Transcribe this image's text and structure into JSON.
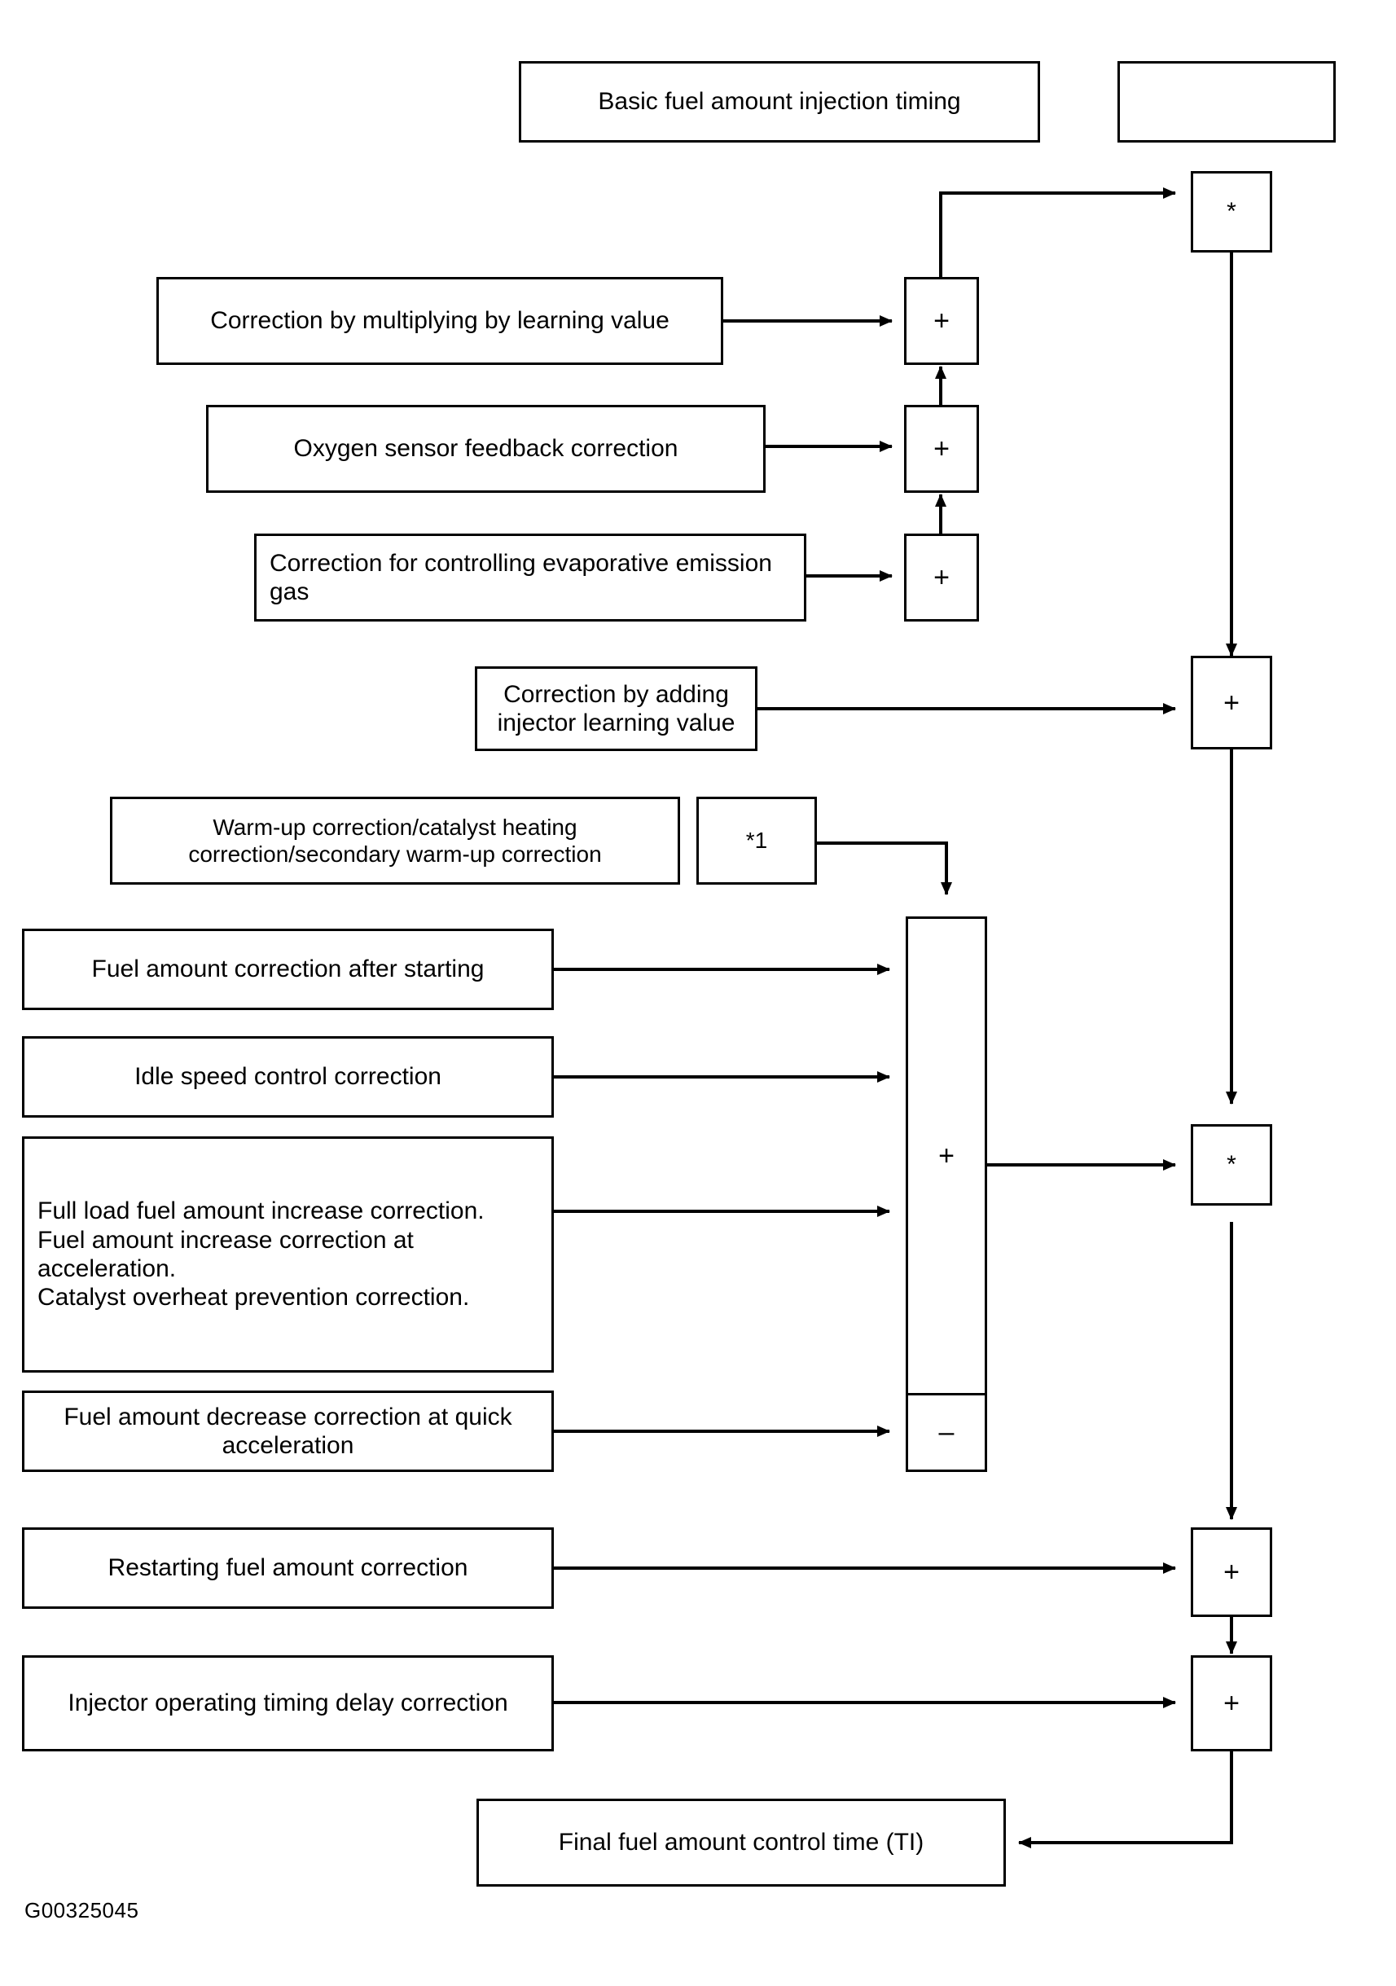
{
  "diagram": {
    "title_box": "Basic fuel amount injection timing",
    "blank_box": "",
    "caption": "G00325045",
    "footnote_box": "*1",
    "operators": {
      "multiply": "*",
      "add": "+",
      "subtract": "–"
    },
    "inputs": {
      "multiply_learning": "Correction by multiplying by learning value",
      "oxygen_feedback": "Oxygen sensor feedback correction",
      "evaporative": "Correction for controlling evaporative emission gas",
      "injector_learning": "Correction by adding injector learning value",
      "warm_up": "Warm-up correction/catalyst heating correction/secondary warm-up correction",
      "after_starting": "Fuel amount correction after starting",
      "idle_speed": "Idle speed control correction",
      "full_load": "Full load fuel amount increase correction.\nFuel amount increase correction at acceleration.\nCatalyst overheat prevention correction.",
      "decrease_quick_accel": "Fuel amount decrease correction at quick acceleration",
      "restarting": "Restarting fuel amount correction",
      "injector_delay": "Injector operating timing delay correction"
    },
    "output": {
      "final": "Final fuel amount control time (TI)"
    },
    "colors": {
      "line": "#000000",
      "background": "#ffffff"
    }
  }
}
